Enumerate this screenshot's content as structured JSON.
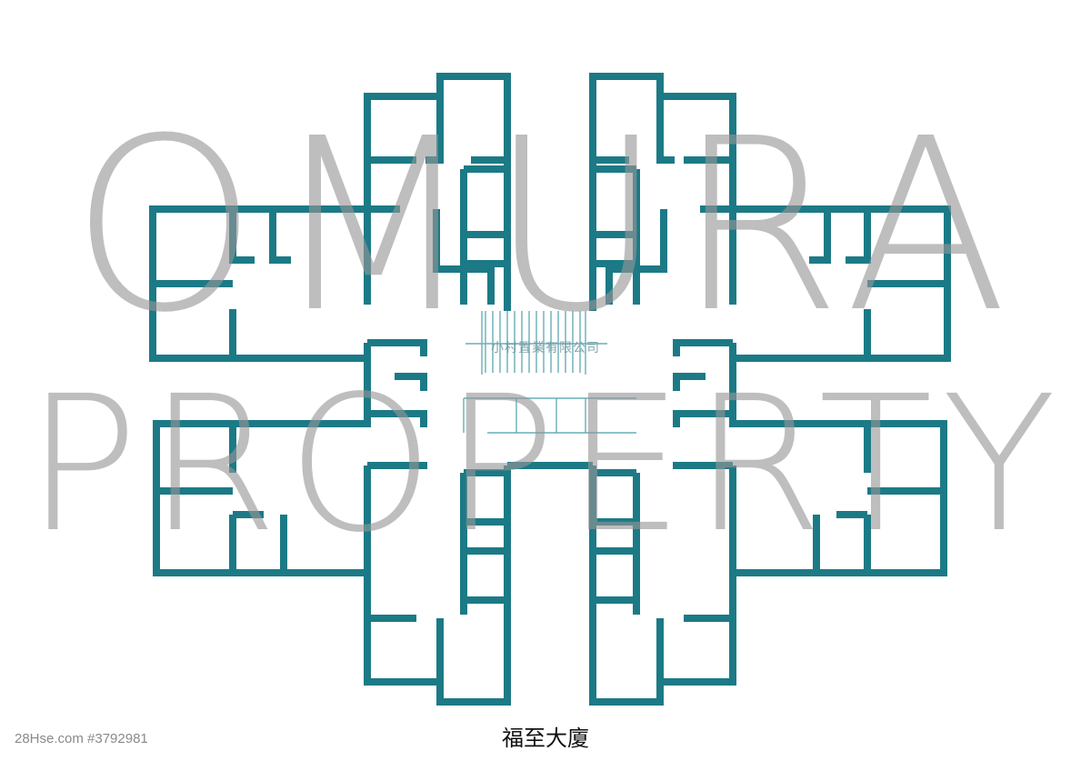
{
  "watermark": {
    "line1": "OMURA",
    "line2": "PROPERTY",
    "agent_name": "小村置業有限公司"
  },
  "plan": {
    "building_name": "福至大廈"
  },
  "source": {
    "listing_label": "28Hse.com #3792981"
  },
  "colors": {
    "wall": "#1c7a86",
    "watermark": "#969696"
  }
}
